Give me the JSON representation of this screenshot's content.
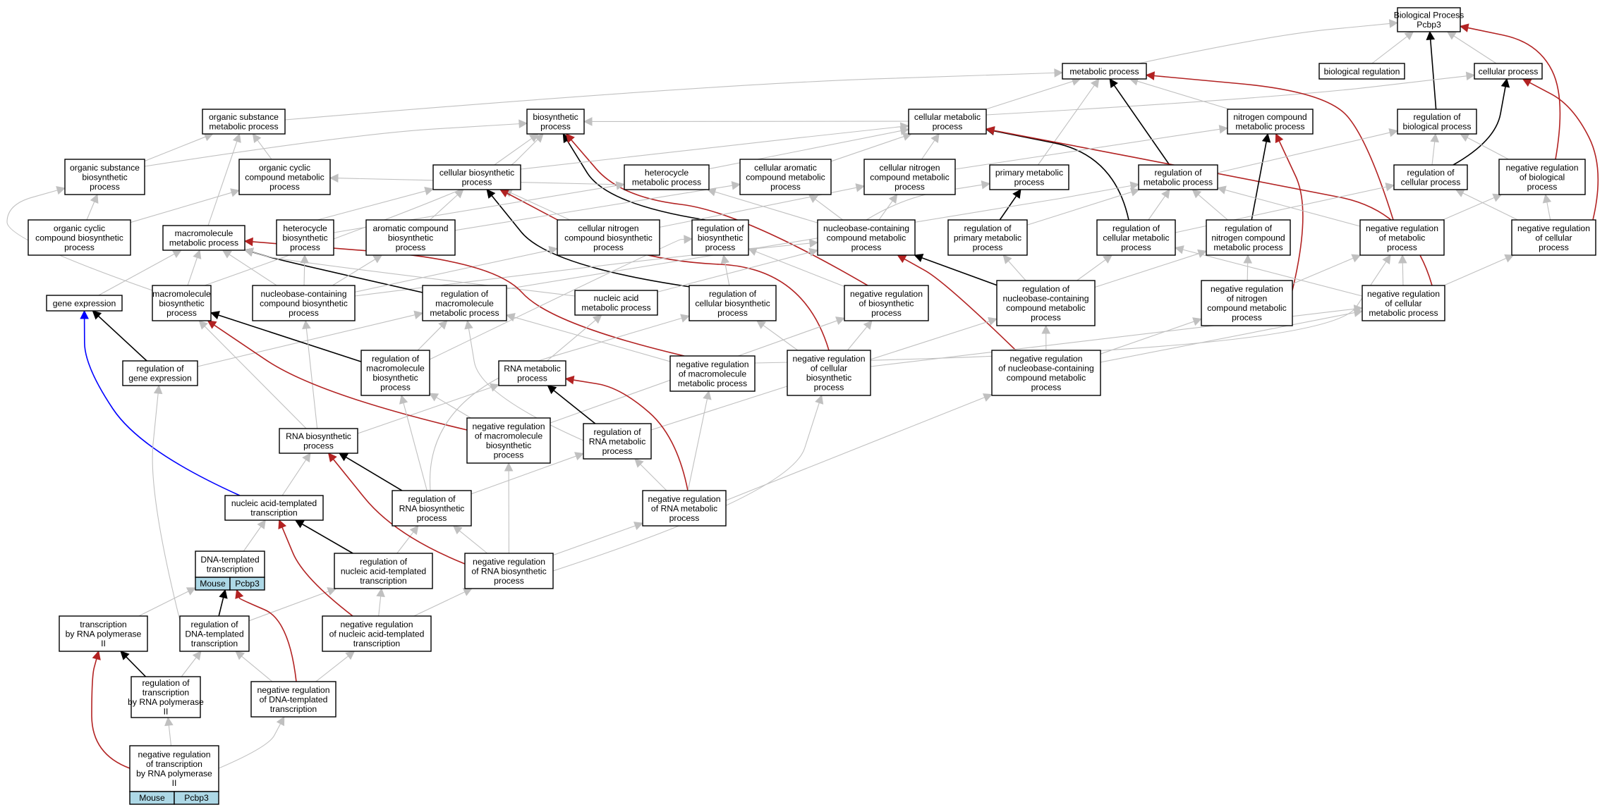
{
  "colors": {
    "background": "#ffffff",
    "edge_gray": "#c0c0c0",
    "edge_black": "#000000",
    "edge_red": "#b22222",
    "edge_blue": "#0000ff",
    "tag_fill": "#add8e6"
  },
  "nodes": [
    {
      "id": "bp_root",
      "lines": [
        "Biological Process",
        "Pcbp3"
      ]
    },
    {
      "id": "metabolic_process",
      "lines": [
        "metabolic process"
      ]
    },
    {
      "id": "biological_regulation",
      "lines": [
        "biological regulation"
      ]
    },
    {
      "id": "cellular_process",
      "lines": [
        "cellular process"
      ]
    },
    {
      "id": "organic_substance_metabolic",
      "lines": [
        "organic substance",
        "metabolic process"
      ]
    },
    {
      "id": "biosynthetic_process",
      "lines": [
        "biosynthetic",
        "process"
      ]
    },
    {
      "id": "cellular_metabolic",
      "lines": [
        "cellular metabolic",
        "process"
      ]
    },
    {
      "id": "nitrogen_compound_metabolic",
      "lines": [
        "nitrogen compound",
        "metabolic process"
      ]
    },
    {
      "id": "regulation_biological",
      "lines": [
        "regulation of",
        "biological process"
      ]
    },
    {
      "id": "organic_substance_biosynthetic",
      "lines": [
        "organic substance",
        "biosynthetic",
        "process"
      ]
    },
    {
      "id": "organic_cyclic_metabolic",
      "lines": [
        "organic cyclic",
        "compound metabolic",
        "process"
      ]
    },
    {
      "id": "cellular_biosynthetic",
      "lines": [
        "cellular biosynthetic",
        "process"
      ]
    },
    {
      "id": "heterocycle_metabolic",
      "lines": [
        "heterocycle",
        "metabolic process"
      ]
    },
    {
      "id": "cellular_aromatic",
      "lines": [
        "cellular aromatic",
        "compound metabolic",
        "process"
      ]
    },
    {
      "id": "cellular_nitrogen_metabolic",
      "lines": [
        "cellular nitrogen",
        "compound metabolic",
        "process"
      ]
    },
    {
      "id": "primary_metabolic",
      "lines": [
        "primary metabolic",
        "process"
      ]
    },
    {
      "id": "regulation_metabolic",
      "lines": [
        "regulation of",
        "metabolic process"
      ]
    },
    {
      "id": "regulation_cellular_process",
      "lines": [
        "regulation of",
        "cellular process"
      ]
    },
    {
      "id": "neg_reg_biological",
      "lines": [
        "negative regulation",
        "of biological",
        "process"
      ]
    },
    {
      "id": "organic_cyclic_biosynthetic",
      "lines": [
        "organic cyclic",
        "compound biosynthetic",
        "process"
      ]
    },
    {
      "id": "macromolecule_metabolic",
      "lines": [
        "macromolecule",
        "metabolic process"
      ]
    },
    {
      "id": "heterocycle_biosynthetic",
      "lines": [
        "heterocycle",
        "biosynthetic",
        "process"
      ]
    },
    {
      "id": "aromatic_biosynthetic",
      "lines": [
        "aromatic compound",
        "biosynthetic",
        "process"
      ]
    },
    {
      "id": "cellular_nitrogen_biosynthetic",
      "lines": [
        "cellular nitrogen",
        "compound biosynthetic",
        "process"
      ]
    },
    {
      "id": "regulation_biosynthetic",
      "lines": [
        "regulation of",
        "biosynthetic",
        "process"
      ]
    },
    {
      "id": "nucleobase_metabolic",
      "lines": [
        "nucleobase-containing",
        "compound metabolic",
        "process"
      ]
    },
    {
      "id": "regulation_primary",
      "lines": [
        "regulation of",
        "primary metabolic",
        "process"
      ]
    },
    {
      "id": "regulation_cellular_metabolic",
      "lines": [
        "regulation of",
        "cellular metabolic",
        "process"
      ]
    },
    {
      "id": "regulation_nitrogen",
      "lines": [
        "regulation of",
        "nitrogen compound",
        "metabolic process"
      ]
    },
    {
      "id": "neg_reg_metabolic",
      "lines": [
        "negative regulation",
        "of metabolic",
        "process"
      ]
    },
    {
      "id": "neg_reg_cellular",
      "lines": [
        "negative regulation",
        "of cellular",
        "process"
      ]
    },
    {
      "id": "gene_expression",
      "lines": [
        "gene expression"
      ]
    },
    {
      "id": "macromolecule_biosynthetic",
      "lines": [
        "macromolecule",
        "biosynthetic",
        "process"
      ]
    },
    {
      "id": "nucleobase_biosynthetic",
      "lines": [
        "nucleobase-containing",
        "compound biosynthetic",
        "process"
      ]
    },
    {
      "id": "regulation_macromolecule_metabolic",
      "lines": [
        "regulation of",
        "macromolecule",
        "metabolic process"
      ]
    },
    {
      "id": "nucleic_acid_metabolic",
      "lines": [
        "nucleic acid",
        "metabolic process"
      ]
    },
    {
      "id": "regulation_cellular_biosynthetic",
      "lines": [
        "regulation of",
        "cellular biosynthetic",
        "process"
      ]
    },
    {
      "id": "neg_reg_biosynthetic",
      "lines": [
        "negative regulation",
        "of biosynthetic",
        "process"
      ]
    },
    {
      "id": "regulation_nucleobase",
      "lines": [
        "regulation of",
        "nucleobase-containing",
        "compound metabolic",
        "process"
      ]
    },
    {
      "id": "neg_reg_nitrogen",
      "lines": [
        "negative regulation",
        "of nitrogen",
        "compound metabolic",
        "process"
      ]
    },
    {
      "id": "neg_reg_cellular_metabolic",
      "lines": [
        "negative regulation",
        "of cellular",
        "metabolic process"
      ]
    },
    {
      "id": "regulation_gene_expression",
      "lines": [
        "regulation of",
        "gene expression"
      ]
    },
    {
      "id": "regulation_macromolecule_biosynthetic",
      "lines": [
        "regulation of",
        "macromolecule",
        "biosynthetic",
        "process"
      ]
    },
    {
      "id": "rna_metabolic",
      "lines": [
        "RNA metabolic",
        "process"
      ]
    },
    {
      "id": "neg_reg_macromolecule_metabolic",
      "lines": [
        "negative regulation",
        "of macromolecule",
        "metabolic process"
      ]
    },
    {
      "id": "neg_reg_cellular_biosynthetic",
      "lines": [
        "negative regulation",
        "of cellular",
        "biosynthetic",
        "process"
      ]
    },
    {
      "id": "neg_reg_nucleobase",
      "lines": [
        "negative regulation",
        "of nucleobase-containing",
        "compound metabolic",
        "process"
      ]
    },
    {
      "id": "rna_biosynthetic",
      "lines": [
        "RNA biosynthetic",
        "process"
      ]
    },
    {
      "id": "neg_reg_macromolecule_biosynthetic",
      "lines": [
        "negative regulation",
        "of macromolecule",
        "biosynthetic",
        "process"
      ]
    },
    {
      "id": "regulation_rna_metabolic",
      "lines": [
        "regulation of",
        "RNA metabolic",
        "process"
      ]
    },
    {
      "id": "nucleic_acid_templated_transcription",
      "lines": [
        "nucleic acid-templated",
        "transcription"
      ]
    },
    {
      "id": "regulation_rna_biosynthetic",
      "lines": [
        "regulation of",
        "RNA biosynthetic",
        "process"
      ]
    },
    {
      "id": "neg_reg_rna_metabolic",
      "lines": [
        "negative regulation",
        "of RNA metabolic",
        "process"
      ]
    },
    {
      "id": "dna_templated_transcription",
      "lines": [
        "DNA-templated",
        "transcription"
      ],
      "tags": [
        "Mouse",
        "Pcbp3"
      ]
    },
    {
      "id": "regulation_nucleic_acid_transcription",
      "lines": [
        "regulation of",
        "nucleic acid-templated",
        "transcription"
      ]
    },
    {
      "id": "neg_reg_rna_biosynthetic",
      "lines": [
        "negative regulation",
        "of RNA biosynthetic",
        "process"
      ]
    },
    {
      "id": "transcription_rna_pol2",
      "lines": [
        "transcription",
        "by RNA polymerase",
        "II"
      ]
    },
    {
      "id": "regulation_dna_transcription",
      "lines": [
        "regulation of",
        "DNA-templated",
        "transcription"
      ]
    },
    {
      "id": "neg_reg_nucleic_acid_transcription",
      "lines": [
        "negative regulation",
        "of nucleic acid-templated",
        "transcription"
      ]
    },
    {
      "id": "regulation_transcription_pol2",
      "lines": [
        "regulation of",
        "transcription",
        "by RNA polymerase",
        "II"
      ]
    },
    {
      "id": "neg_reg_dna_transcription",
      "lines": [
        "negative regulation",
        "of DNA-templated",
        "transcription"
      ]
    },
    {
      "id": "neg_reg_transcription_pol2",
      "lines": [
        "negative regulation",
        "of transcription",
        "by RNA polymerase",
        "II"
      ],
      "tags": [
        "Mouse",
        "Pcbp3"
      ]
    }
  ]
}
